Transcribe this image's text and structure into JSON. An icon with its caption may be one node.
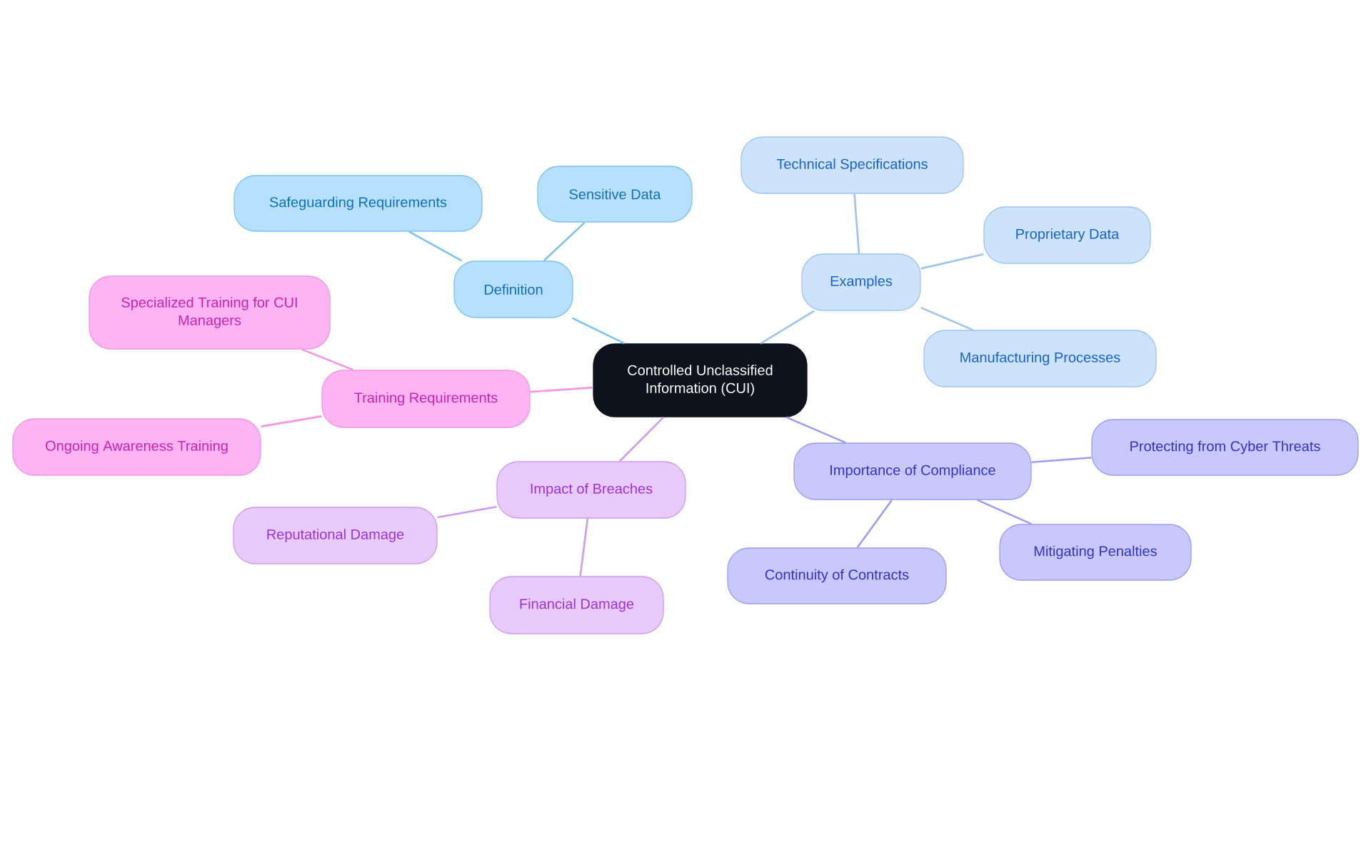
{
  "diagram": {
    "nodes": [
      {
        "text": [
          "Controlled Unclassified Information (CUI)"
        ]
      },
      {
        "text": [
          "Definition"
        ]
      },
      {
        "text": [
          "Safeguarding Requirements"
        ]
      },
      {
        "text": [
          "Sensitive Data"
        ]
      },
      {
        "text": [
          "Examples"
        ]
      },
      {
        "text": [
          "Technical Specifications"
        ]
      },
      {
        "text": [
          "Proprietary Data"
        ]
      },
      {
        "text": [
          "Manufacturing Processes"
        ]
      },
      {
        "text": [
          "Importance of Compliance"
        ]
      },
      {
        "text": [
          "Protecting from Cyber Threats"
        ]
      },
      {
        "text": [
          "Mitigating Penalties"
        ]
      },
      {
        "text": [
          "Continuity of Contracts"
        ]
      },
      {
        "text": [
          "Impact of Breaches"
        ]
      },
      {
        "text": [
          "Reputational Damage"
        ]
      },
      {
        "text": [
          "Financial Damage"
        ]
      },
      {
        "text": [
          "Training Requirements"
        ]
      },
      {
        "text": [
          "Specialized Training for CUI Managers"
        ]
      },
      {
        "text": [
          "Ongoing Awareness Training"
        ]
      }
    ],
    "edges": [
      {
        "from": 0,
        "to": 1,
        "arrow": "none",
        "color": "#7cc2f0"
      },
      {
        "from": 1,
        "to": 2,
        "arrow": "none",
        "color": "#7cc2f0"
      },
      {
        "from": 1,
        "to": 3,
        "arrow": "none",
        "color": "#7cc2f0"
      },
      {
        "from": 0,
        "to": 4,
        "arrow": "none",
        "color": "#9ec4ee"
      },
      {
        "from": 4,
        "to": 5,
        "arrow": "none",
        "color": "#9ec4ee"
      },
      {
        "from": 4,
        "to": 6,
        "arrow": "none",
        "color": "#9ec4ee"
      },
      {
        "from": 4,
        "to": 7,
        "arrow": "none",
        "color": "#9ec4ee"
      },
      {
        "from": 0,
        "to": 8,
        "arrow": "none",
        "color": "#9c9cf0"
      },
      {
        "from": 8,
        "to": 9,
        "arrow": "none",
        "color": "#9c9cf0"
      },
      {
        "from": 8,
        "to": 10,
        "arrow": "none",
        "color": "#9c9cf0"
      },
      {
        "from": 8,
        "to": 11,
        "arrow": "none",
        "color": "#9c9cf0"
      },
      {
        "from": 0,
        "to": 12,
        "arrow": "none",
        "color": "#cc9af2"
      },
      {
        "from": 12,
        "to": 13,
        "arrow": "none",
        "color": "#cc9af2"
      },
      {
        "from": 12,
        "to": 14,
        "arrow": "none",
        "color": "#cc9af2"
      },
      {
        "from": 0,
        "to": 15,
        "arrow": "none",
        "color": "#f296e2"
      },
      {
        "from": 15,
        "to": 16,
        "arrow": "none",
        "color": "#f296e2"
      },
      {
        "from": 15,
        "to": 17,
        "arrow": "none",
        "color": "#f296e2"
      }
    ]
  }
}
